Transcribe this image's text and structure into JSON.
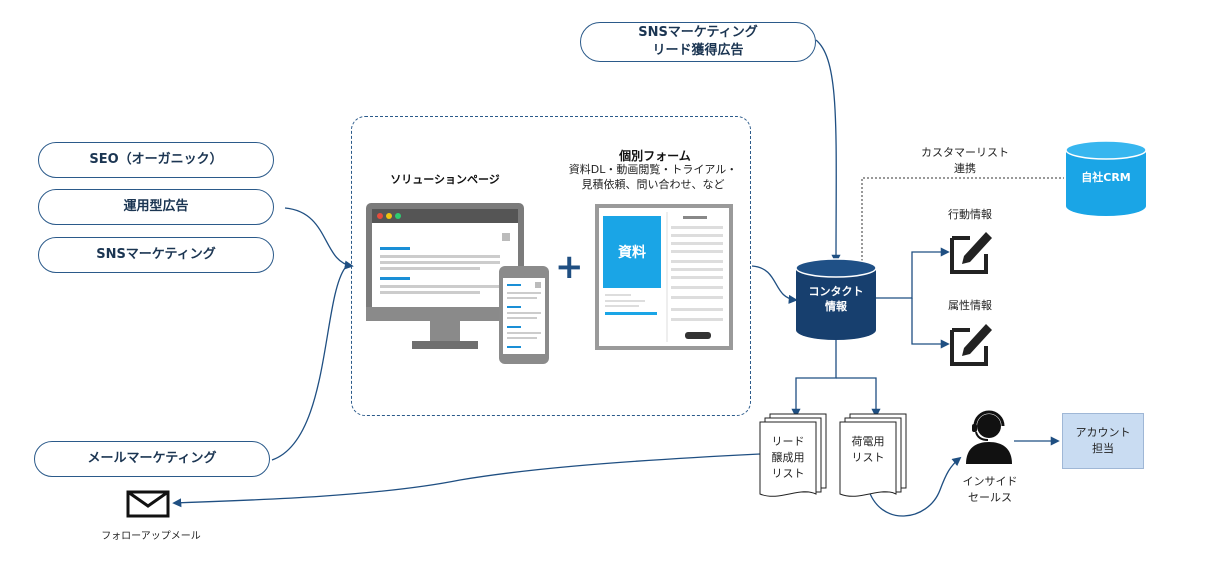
{
  "sources": {
    "seo": "SEO（オーガニック）",
    "ads": "運用型広告",
    "sns": "SNSマーケティング",
    "mail": "メールマーケティング",
    "sns_lead_line1": "SNSマーケティング",
    "sns_lead_line2": "リード獲得広告"
  },
  "solution": {
    "title": "ソリューションページ"
  },
  "form": {
    "title": "個別フォーム",
    "desc_line1": "資料DL・動画閲覧・トライアル・",
    "desc_line2": "見積依頼、問い合わせ、など",
    "doc_label": "資料"
  },
  "contact": {
    "line1": "コンタクト",
    "line2": "情報"
  },
  "crm": {
    "label": "自社CRM",
    "link_line1": "カスタマーリスト",
    "link_line2": "連携"
  },
  "info": {
    "behavior": "行動情報",
    "attribute": "属性情報"
  },
  "lists": {
    "nurture_line1": "リード",
    "nurture_line2": "醸成用",
    "nurture_line3": "リスト",
    "call_line1": "荷電用",
    "call_line2": "リスト"
  },
  "sales": {
    "line1": "インサイド",
    "line2": "セールス"
  },
  "account": {
    "line1": "アカウント",
    "line2": "担当"
  },
  "followup": {
    "label": "フォローアップメール"
  },
  "colors": {
    "navy": "#173f6e",
    "line": "#1f4f82",
    "light_blue": "#c9dcf2",
    "teal": "#1aa5e6"
  }
}
